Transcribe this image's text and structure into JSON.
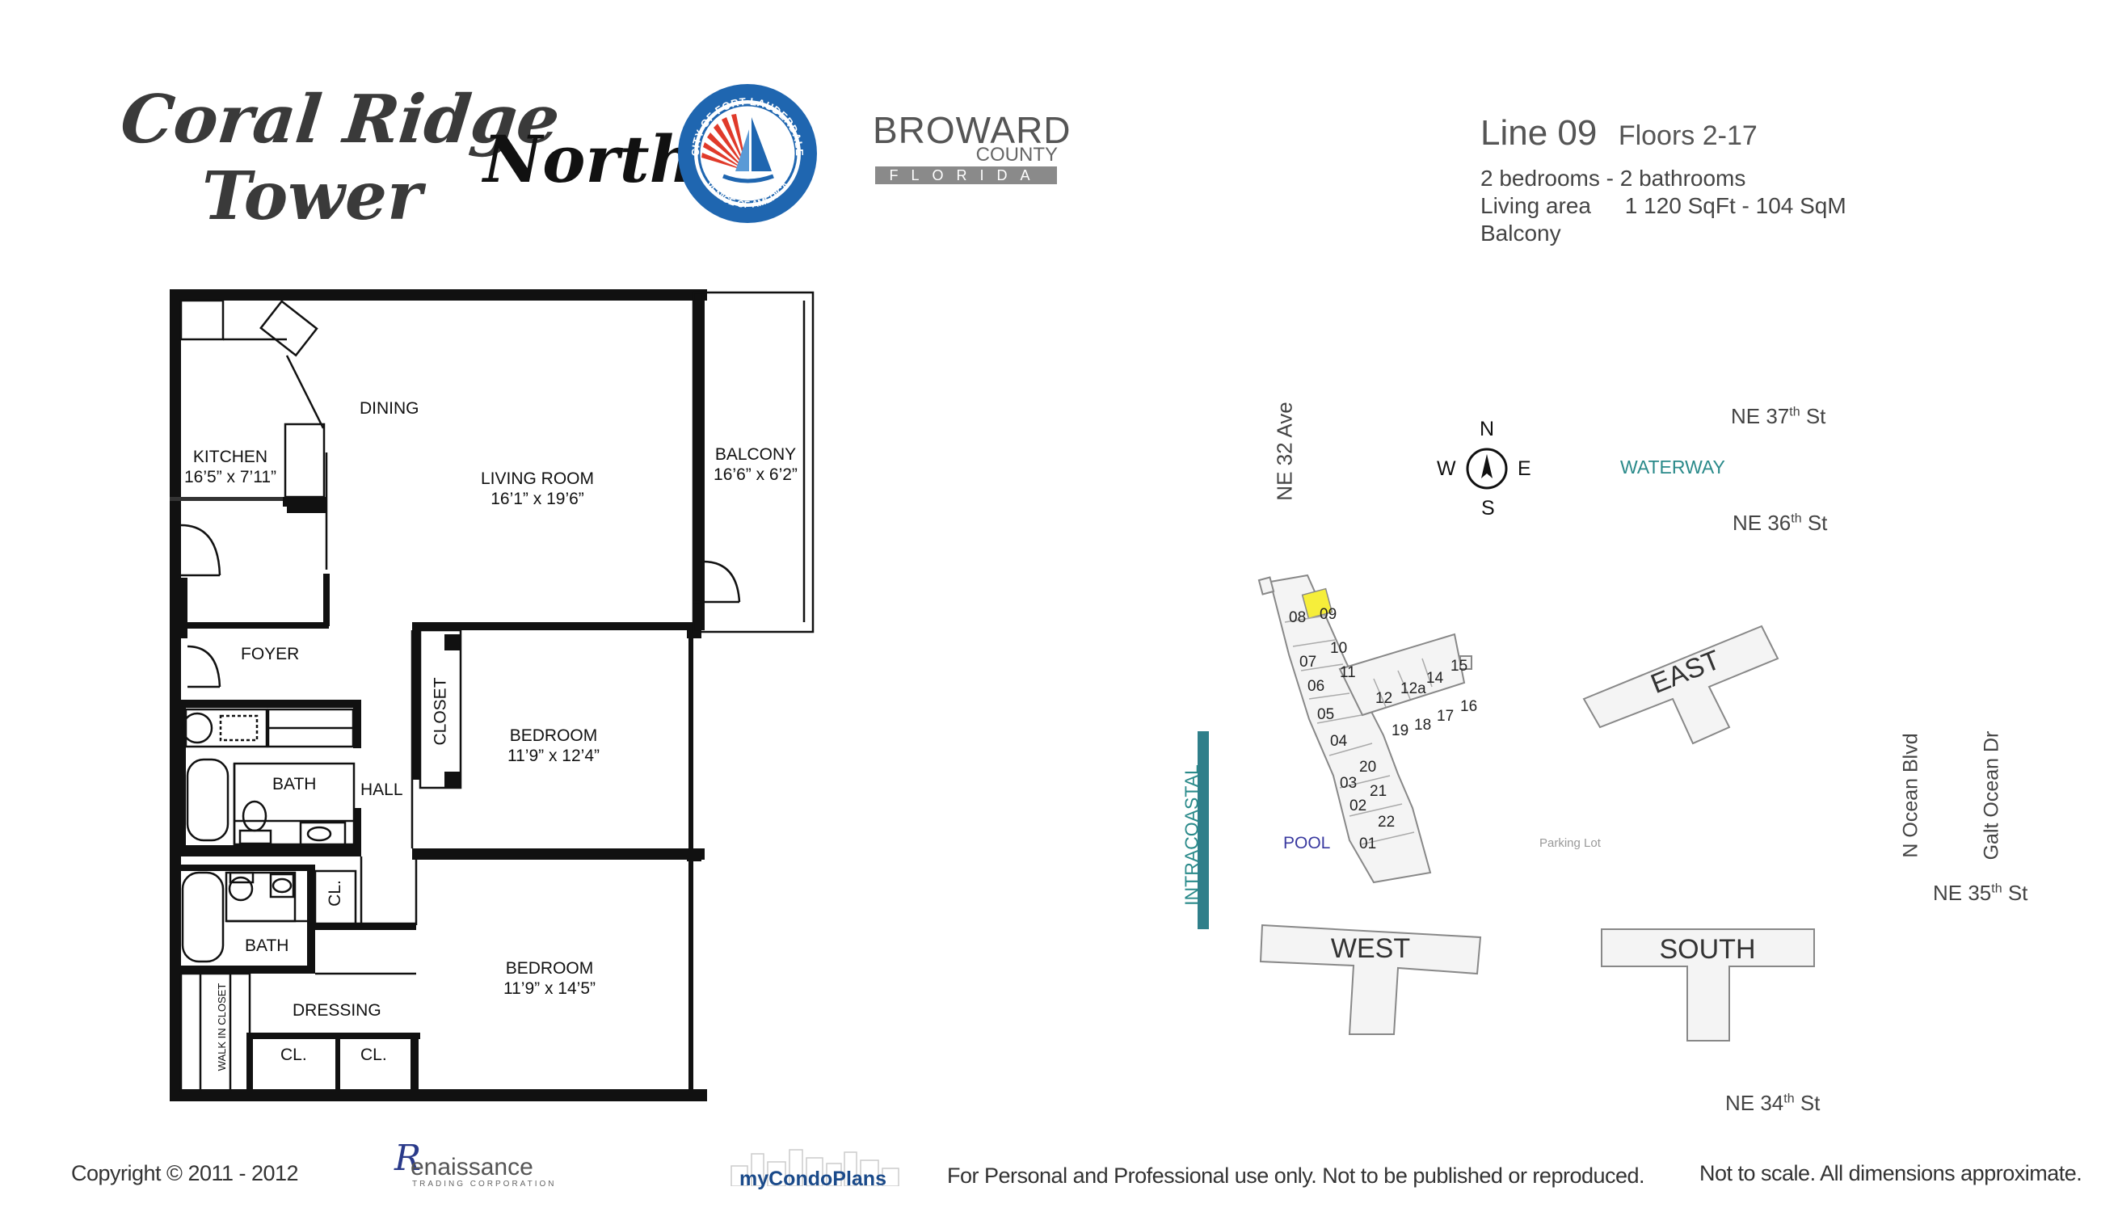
{
  "branding": {
    "title_line1": "Coral Ridge",
    "title_line2": "Tower",
    "subtitle": "North",
    "seal_top_text": "CITY OF FORT LAUDERDALE",
    "seal_bottom_text": "VENICE OF AMERICA",
    "county_logo_main": "BROWARD",
    "county_logo_sub": "COUNTY",
    "county_logo_state": "FLORIDA"
  },
  "unit_info": {
    "line": "Line 09",
    "floors": "Floors 2-17",
    "bedrooms": "2 bedrooms - 2 bathrooms",
    "living_area_label": "Living area",
    "living_area_value": "1 120 SqFt - 104 SqM",
    "balcony": "Balcony"
  },
  "floorplan": {
    "dining": "DINING",
    "kitchen": "KITCHEN",
    "kitchen_dim": "16’5” x 7’11”",
    "living": "LIVING ROOM",
    "living_dim": "16’1” x 19’6”",
    "balcony": "BALCONY",
    "balcony_dim": "16’6” x 6’2”",
    "foyer": "FOYER",
    "closet": "CLOSET",
    "bedroom1": "BEDROOM",
    "bedroom1_dim": "11’9” x 12’4”",
    "bath1": "BATH",
    "hall": "HALL",
    "cl_small": "CL.",
    "bath2": "BATH",
    "bedroom2": "BEDROOM",
    "bedroom2_dim": "11’9” x 14’5”",
    "dressing": "DRESSING",
    "walk_in": "WALK IN CLOSET",
    "cl1": "CL.",
    "cl2": "CL."
  },
  "siteplan": {
    "streets": {
      "ne37": "NE 37",
      "ne36": "NE 36",
      "ne35": "NE 35",
      "ne34": "NE 34",
      "th": "th",
      "st": "St",
      "ne32": "NE 32  Ave",
      "n_ocean": "N Ocean Blvd",
      "galt": "Galt Ocean Dr"
    },
    "compass": {
      "n": "N",
      "s": "S",
      "e": "E",
      "w": "W"
    },
    "waterway": "WATERWAY",
    "intracoastal": "INTRACOASTAL",
    "pool": "POOL",
    "parking": "Parking Lot",
    "buildings": {
      "east": "EAST",
      "west": "WEST",
      "south": "SOUTH"
    },
    "units": [
      "08",
      "09",
      "10",
      "07",
      "11",
      "06",
      "12",
      "12a",
      "14",
      "15",
      "05",
      "19",
      "18",
      "17",
      "16",
      "04",
      "20",
      "03",
      "21",
      "02",
      "22",
      "01"
    ],
    "highlight_unit": "09",
    "colors": {
      "highlight": "#f6ee3a",
      "water": "#2f7f8a",
      "waterway_text": "#2a8a8a",
      "pool_text": "#3a3aa0"
    }
  },
  "footer": {
    "copyright": "Copyright © 2011 - 2012",
    "renaissance_main": "enaissance",
    "renaissance_r": "R",
    "renaissance_sub": "TRADING CORPORATION",
    "mycondo": "myCondoPlans",
    "usage": "For Personal and Professional use only.  Not to be published or reproduced.",
    "scale": "Not to scale.  All dimensions approximate."
  }
}
